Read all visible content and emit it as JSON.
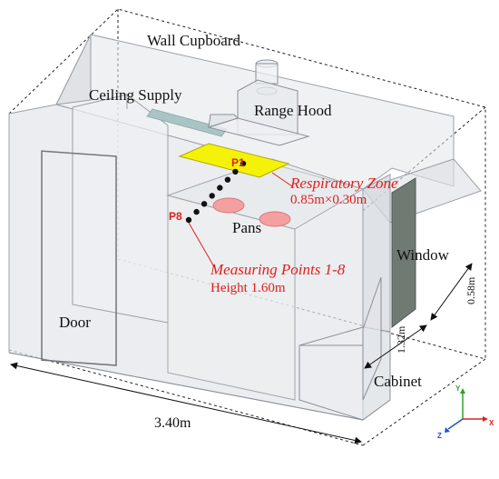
{
  "labels": {
    "wall_cupboard": "Wall Cupboard",
    "ceiling_supply": "Ceiling Supply",
    "range_hood": "Range Hood",
    "respiratory_zone": "Respiratory Zone",
    "respiratory_zone_size": "0.85m×0.30m",
    "pans": "Pans",
    "measuring_points": "Measuring Points 1-8",
    "measuring_height": "Height 1.60m",
    "window": "Window",
    "door": "Door",
    "cabinet": "Cabinet",
    "p1": "P1",
    "p8": "P8"
  },
  "dimensions": {
    "length": "3.40m",
    "width": "1.32m",
    "depth": "0.58m"
  },
  "axes": {
    "y": "Y",
    "x": "X",
    "z": "Z"
  },
  "colors": {
    "room_fill": "#e3e6ea",
    "room_edge": "#9aa0a8",
    "respiratory_zone": "#f5f20a",
    "pans": "#f4a0a0",
    "window": "#6f7a73",
    "supply_duct": "#a9c4c4",
    "label_red": "#e0201c",
    "axis_x": "#e02020",
    "axis_y": "#2fa02f",
    "axis_z": "#2050d0"
  },
  "measuring_points_count": 8
}
